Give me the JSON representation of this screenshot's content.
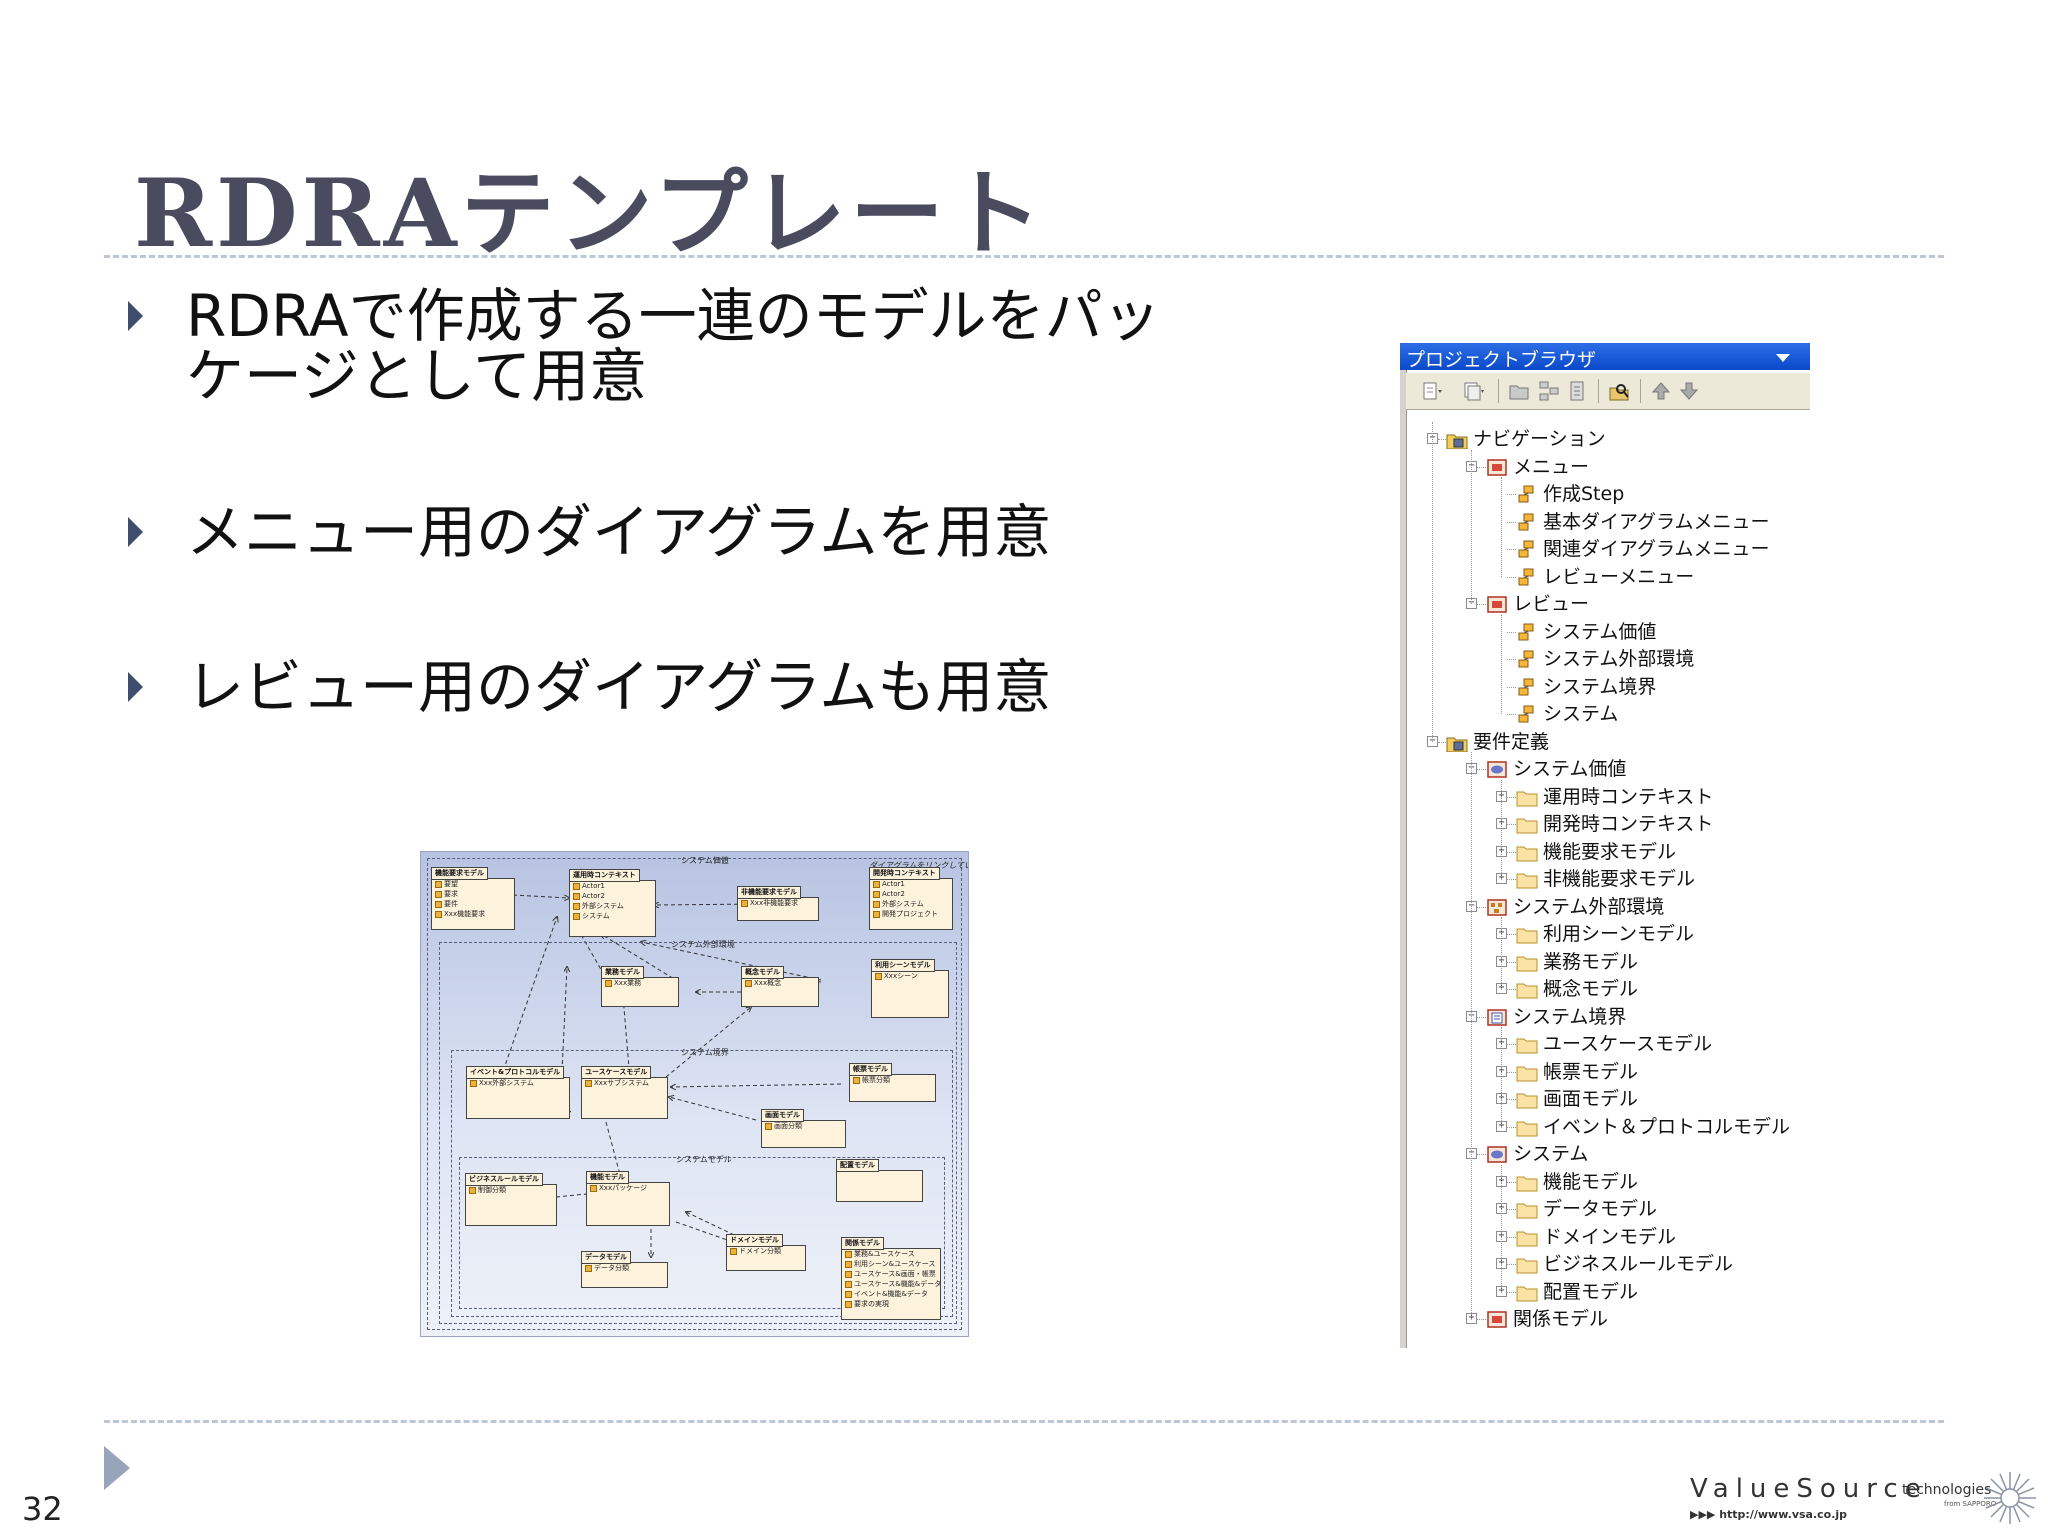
{
  "slide": {
    "title": "RDRAテンプレート",
    "page_number": "32",
    "bullets": [
      {
        "line1": "RDRAで作成する一連のモデルをパッ",
        "line2": "ケージとして用意"
      },
      {
        "line1": "メニュー用のダイアグラムを用意"
      },
      {
        "line1": "レビュー用のダイアグラムも用意"
      }
    ]
  },
  "logo": {
    "name": "ValueSource",
    "suffix": "technologies",
    "from": "from SAPPORO",
    "url": "▶▶▶ http://www.vsa.co.jp"
  },
  "diagram": {
    "frames": [
      {
        "label": "システム価値"
      },
      {
        "label": "システム外部環境"
      },
      {
        "label": "システム境界"
      },
      {
        "label": "システムモデル"
      }
    ],
    "note": "ダイアグラムをリンクしています",
    "packages": [
      {
        "name": "機能要求モデル",
        "items": [
          "要望",
          "要求",
          "要件",
          "Xxx機能要求"
        ]
      },
      {
        "name": "運用時コンテキスト",
        "items": [
          "Actor1",
          "Actor2",
          "外部システム",
          "システム"
        ]
      },
      {
        "name": "非機能要求モデル",
        "items": [
          "Xxx非機能要求"
        ]
      },
      {
        "name": "開発時コンテキスト",
        "items": [
          "Actor1",
          "Actor2",
          "外部システム",
          "開発プロジェクト"
        ]
      },
      {
        "name": "業務モデル",
        "items": [
          "Xxx業務"
        ]
      },
      {
        "name": "概念モデル",
        "items": [
          "Xxx概念"
        ]
      },
      {
        "name": "利用シーンモデル",
        "items": [
          "Xxxシーン"
        ]
      },
      {
        "name": "イベント&プロトコルモデル",
        "items": [
          "Xxx外部システム"
        ]
      },
      {
        "name": "ユースケースモデル",
        "items": [
          "Xxxサブシステム"
        ]
      },
      {
        "name": "帳票モデル",
        "items": [
          "帳票分類"
        ]
      },
      {
        "name": "画面モデル",
        "items": [
          "画面分類"
        ]
      },
      {
        "name": "ビジネスルールモデル",
        "items": [
          "制御分類"
        ]
      },
      {
        "name": "機能モデル",
        "items": [
          "Xxxパッケージ"
        ]
      },
      {
        "name": "配置モデル",
        "items": []
      },
      {
        "name": "データモデル",
        "items": [
          "データ分類"
        ]
      },
      {
        "name": "ドメインモデル",
        "items": [
          "ドメイン分類"
        ]
      },
      {
        "name": "関係モデル",
        "items": [
          "業務&ユースケース",
          "利用シーン&ユースケース",
          "ユースケース&画面・帳票",
          "ユースケース&機能&データ",
          "イベント&機能&データ",
          "要求の実現"
        ]
      }
    ]
  },
  "project_browser": {
    "title": "プロジェクトブラウザ",
    "toolbar_icons": [
      "new-diagram-icon",
      "new-element-icon",
      "folder-icon",
      "hierarchy-icon",
      "document-icon",
      "find-icon",
      "move-up-icon",
      "move-down-icon"
    ],
    "tree": [
      {
        "depth": 0,
        "label": "ナビゲーション",
        "icon": "package-folder-icon",
        "toggle": "-"
      },
      {
        "depth": 1,
        "label": "メニュー",
        "icon": "view-icon",
        "toggle": "-"
      },
      {
        "depth": 2,
        "label": "作成Step",
        "icon": "diagram-node-icon",
        "toggle": ""
      },
      {
        "depth": 2,
        "label": "基本ダイアグラムメニュー",
        "icon": "diagram-node-icon",
        "toggle": ""
      },
      {
        "depth": 2,
        "label": "関連ダイアグラムメニュー",
        "icon": "diagram-node-icon",
        "toggle": ""
      },
      {
        "depth": 2,
        "label": "レビューメニュー",
        "icon": "diagram-node-icon",
        "toggle": ""
      },
      {
        "depth": 1,
        "label": "レビュー",
        "icon": "view-icon",
        "toggle": "-"
      },
      {
        "depth": 2,
        "label": "システム価値",
        "icon": "diagram-node-icon",
        "toggle": ""
      },
      {
        "depth": 2,
        "label": "システム外部環境",
        "icon": "diagram-node-icon",
        "toggle": ""
      },
      {
        "depth": 2,
        "label": "システム境界",
        "icon": "diagram-node-icon",
        "toggle": ""
      },
      {
        "depth": 2,
        "label": "システム",
        "icon": "diagram-node-icon",
        "toggle": ""
      },
      {
        "depth": 0,
        "label": "要件定義",
        "icon": "package-folder-icon",
        "toggle": "-"
      },
      {
        "depth": 1,
        "label": "システム価値",
        "icon": "globe-view-icon",
        "toggle": "-"
      },
      {
        "depth": 2,
        "label": "運用時コンテキスト",
        "icon": "folder-icon",
        "toggle": "+"
      },
      {
        "depth": 2,
        "label": "開発時コンテキスト",
        "icon": "folder-icon",
        "toggle": "+"
      },
      {
        "depth": 2,
        "label": "機能要求モデル",
        "icon": "folder-icon",
        "toggle": "+"
      },
      {
        "depth": 2,
        "label": "非機能要求モデル",
        "icon": "folder-icon",
        "toggle": "+"
      },
      {
        "depth": 1,
        "label": "システム外部環境",
        "icon": "structure-view-icon",
        "toggle": "-"
      },
      {
        "depth": 2,
        "label": "利用シーンモデル",
        "icon": "folder-icon",
        "toggle": "+"
      },
      {
        "depth": 2,
        "label": "業務モデル",
        "icon": "folder-icon",
        "toggle": "+"
      },
      {
        "depth": 2,
        "label": "概念モデル",
        "icon": "folder-icon",
        "toggle": "+"
      },
      {
        "depth": 1,
        "label": "システム境界",
        "icon": "list-view-icon",
        "toggle": "-"
      },
      {
        "depth": 2,
        "label": "ユースケースモデル",
        "icon": "folder-icon",
        "toggle": "+"
      },
      {
        "depth": 2,
        "label": "帳票モデル",
        "icon": "folder-icon",
        "toggle": "+"
      },
      {
        "depth": 2,
        "label": "画面モデル",
        "icon": "folder-icon",
        "toggle": "+"
      },
      {
        "depth": 2,
        "label": "イベント＆プロトコルモデル",
        "icon": "folder-icon",
        "toggle": "+"
      },
      {
        "depth": 1,
        "label": "システム",
        "icon": "globe-view-icon",
        "toggle": "-"
      },
      {
        "depth": 2,
        "label": "機能モデル",
        "icon": "folder-icon",
        "toggle": "+"
      },
      {
        "depth": 2,
        "label": "データモデル",
        "icon": "folder-icon",
        "toggle": "+"
      },
      {
        "depth": 2,
        "label": "ドメインモデル",
        "icon": "folder-icon",
        "toggle": "+"
      },
      {
        "depth": 2,
        "label": "ビジネスルールモデル",
        "icon": "folder-icon",
        "toggle": "+"
      },
      {
        "depth": 2,
        "label": "配置モデル",
        "icon": "folder-icon",
        "toggle": "+"
      },
      {
        "depth": 1,
        "label": "関係モデル",
        "icon": "view-icon",
        "toggle": "+"
      }
    ]
  }
}
